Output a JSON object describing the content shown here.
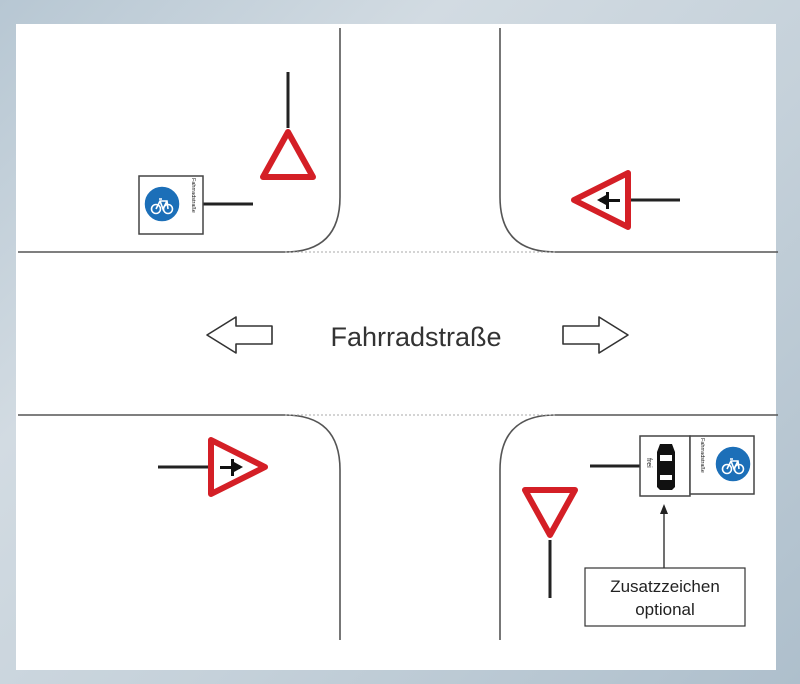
{
  "street": {
    "label": "Fahrradstraße"
  },
  "signs": {
    "bicycle_road_sign_text": "Fahrradstraße",
    "supplementary_sign_text": "frei"
  },
  "callout": {
    "line1": "Zusatzzeichen",
    "line2": "optional"
  }
}
